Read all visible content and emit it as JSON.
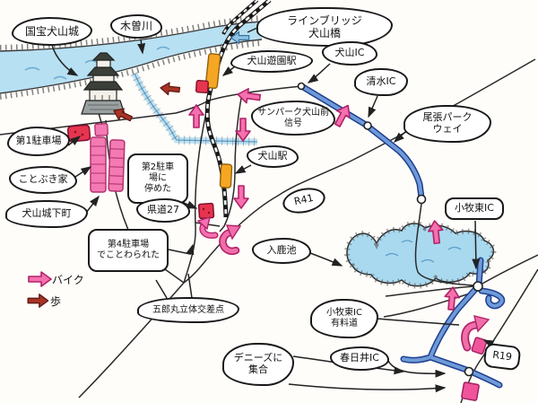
{
  "map": {
    "bubbles": {
      "inuyama_castle": "国宝犬山城",
      "kiso_river": "木曽川",
      "line_bridge": "ラインブリッジ\n犬山橋",
      "inuyama_yuen_station": "犬山遊園駅",
      "inuyama_ic": "犬山IC",
      "shimizu_ic": "清水IC",
      "sunpark_signal": "サンパーク犬山前\n信号",
      "owari_parkway": "尾張パーク\nウェイ",
      "inuyama_station": "犬山駅",
      "parking1": "第1駐車場",
      "kotobukiya": "ことぶき家",
      "castle_town": "犬山城下町",
      "parking2_note": "第2駐車\n場に\n停めた",
      "route27": "県道27",
      "parking4_note": "第4駐車場\nでことわられた",
      "goromaru_crossing": "五郎丸立体交差点",
      "iruka_pond": "入鹿池",
      "komaki_higashi_ic": "小牧東IC",
      "komaki_higashi_toll": "小牧東IC\n有料道",
      "kasugai_ic": "春日井IC",
      "dennys_meeting": "デニーズに\n集合"
    },
    "road_signs": {
      "r41": "R41",
      "r19": "R19"
    },
    "legend": {
      "bike": "バイク",
      "walk": "歩"
    },
    "colors": {
      "water": "#b7e0f2",
      "highway_blue": "#6f9ad8",
      "station_orange": "#f5a623",
      "parking_pink": "#f47ab4",
      "building_red": "#e8344e",
      "bike_route_pink": "#f570ae",
      "walk_route_maroon": "#a93226"
    }
  }
}
